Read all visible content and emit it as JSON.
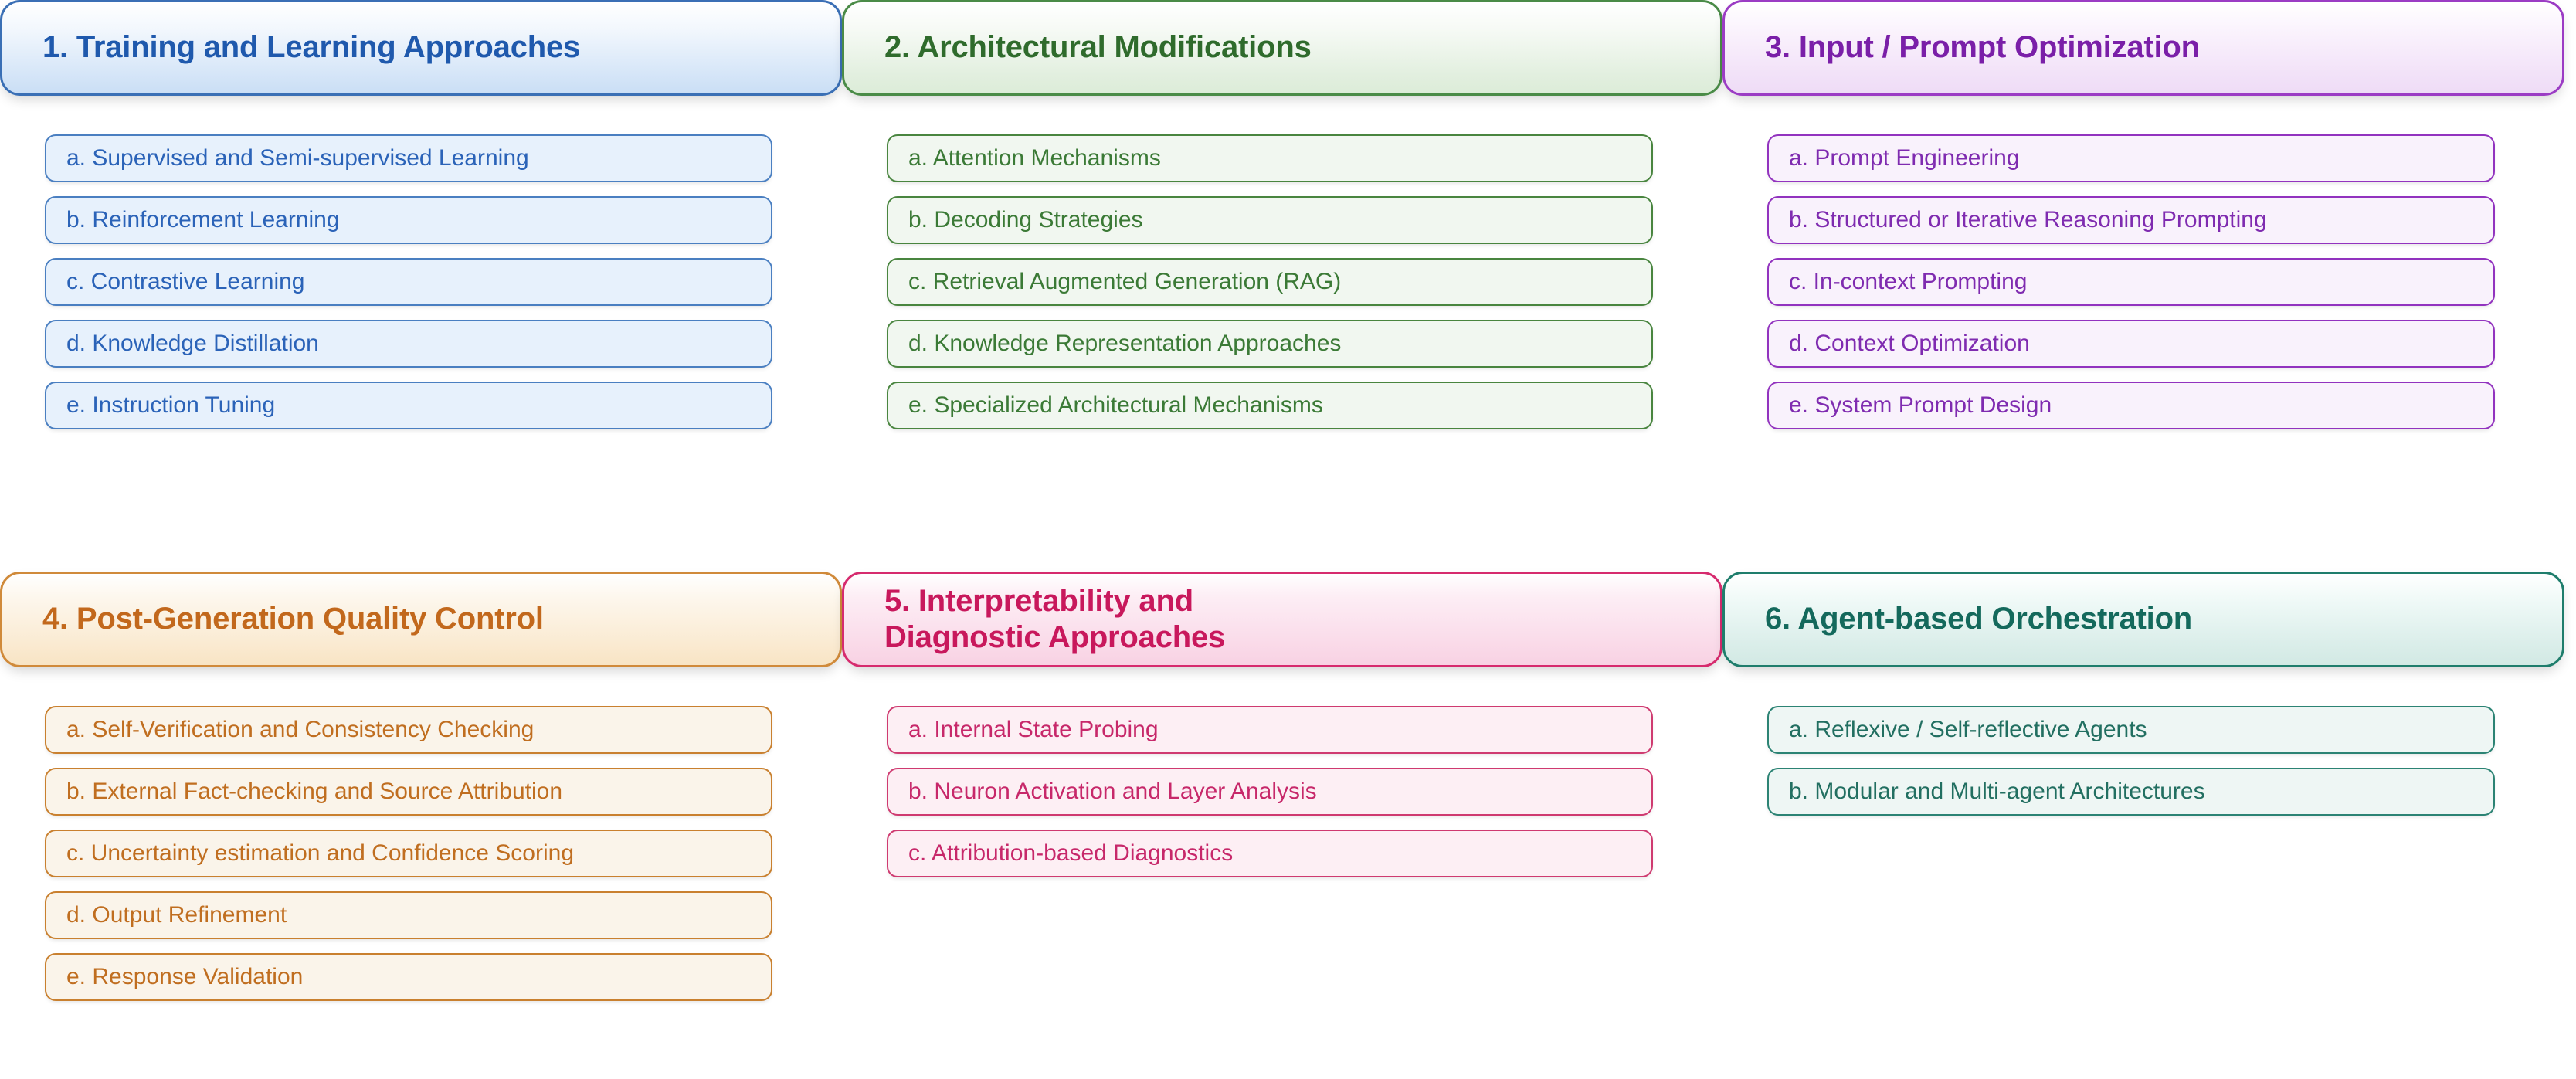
{
  "diagram": {
    "layout": {
      "columns": 3,
      "rows": 2
    },
    "categories": [
      {
        "id": "training-and-learning-approaches",
        "accent": "#3a6fb5",
        "title": "1. Training and Learning Approaches",
        "items": [
          "a. Supervised and Semi-supervised Learning",
          "b. Reinforcement Learning",
          "c. Contrastive Learning",
          "d. Knowledge Distillation",
          "e. Instruction Tuning"
        ]
      },
      {
        "id": "architectural-modifications",
        "accent": "#4a8b47",
        "title": "2. Architectural Modifications",
        "items": [
          "a. Attention Mechanisms",
          "b. Decoding Strategies",
          "c. Retrieval Augmented Generation (RAG)",
          "d. Knowledge Representation Approaches",
          "e. Specialized Architectural Mechanisms"
        ]
      },
      {
        "id": "input-prompt-optimization",
        "accent": "#9b3cc4",
        "title": "3. Input / Prompt Optimization",
        "items": [
          "a. Prompt Engineering",
          "b. Structured or Iterative Reasoning Prompting",
          "c. In-context Prompting",
          "d. Context Optimization",
          "e. System Prompt Design"
        ]
      },
      {
        "id": "post-generation-quality-control",
        "accent": "#d08a3a",
        "title": "4. Post-Generation Quality Control",
        "items": [
          "a. Self-Verification and Consistency Checking",
          "b. External Fact-checking and Source Attribution",
          "c. Uncertainty estimation and Confidence Scoring",
          "d. Output Refinement",
          "e. Response Validation"
        ]
      },
      {
        "id": "interpretability-and-diagnostic-approaches",
        "accent": "#d62b6e",
        "title": "5. Interpretability and\nDiagnostic Approaches",
        "items": [
          "a. Internal State Probing",
          "b. Neuron Activation and Layer Analysis",
          "c. Attribution-based Diagnostics"
        ]
      },
      {
        "id": "agent-based-orchestration",
        "accent": "#1f7d6c",
        "title": "6. Agent-based Orchestration",
        "items": [
          "a. Reflexive / Self-reflective Agents",
          "b. Modular and Multi-agent Architectures"
        ]
      }
    ]
  }
}
